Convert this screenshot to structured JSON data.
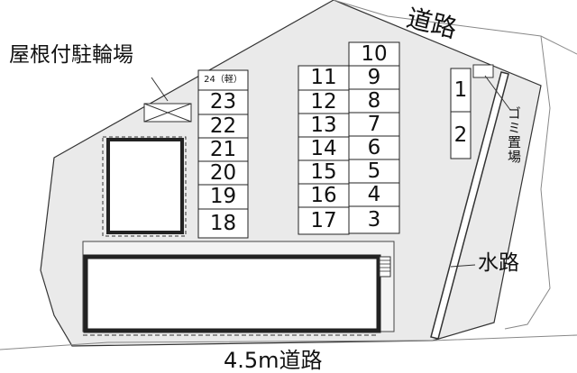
{
  "labels": {
    "road_top": "道路",
    "roof_parking": "屋根付駐輪場",
    "garbage": "ゴミ置場",
    "waterway": "水路",
    "road_bottom": "4.5m道路"
  },
  "parking_left": [
    "24（軽）",
    "23",
    "22",
    "21",
    "20",
    "19",
    "18"
  ],
  "parking_middle_left": [
    "11",
    "12",
    "13",
    "14",
    "15",
    "16",
    "17"
  ],
  "parking_middle_right": [
    "10",
    "9",
    "8",
    "7",
    "6",
    "5",
    "4",
    "3"
  ],
  "parking_right": [
    "1",
    "2"
  ],
  "colors": {
    "lot_fill": "#eaeaea",
    "line": "#222222",
    "slot_fill": "#ffffff"
  }
}
